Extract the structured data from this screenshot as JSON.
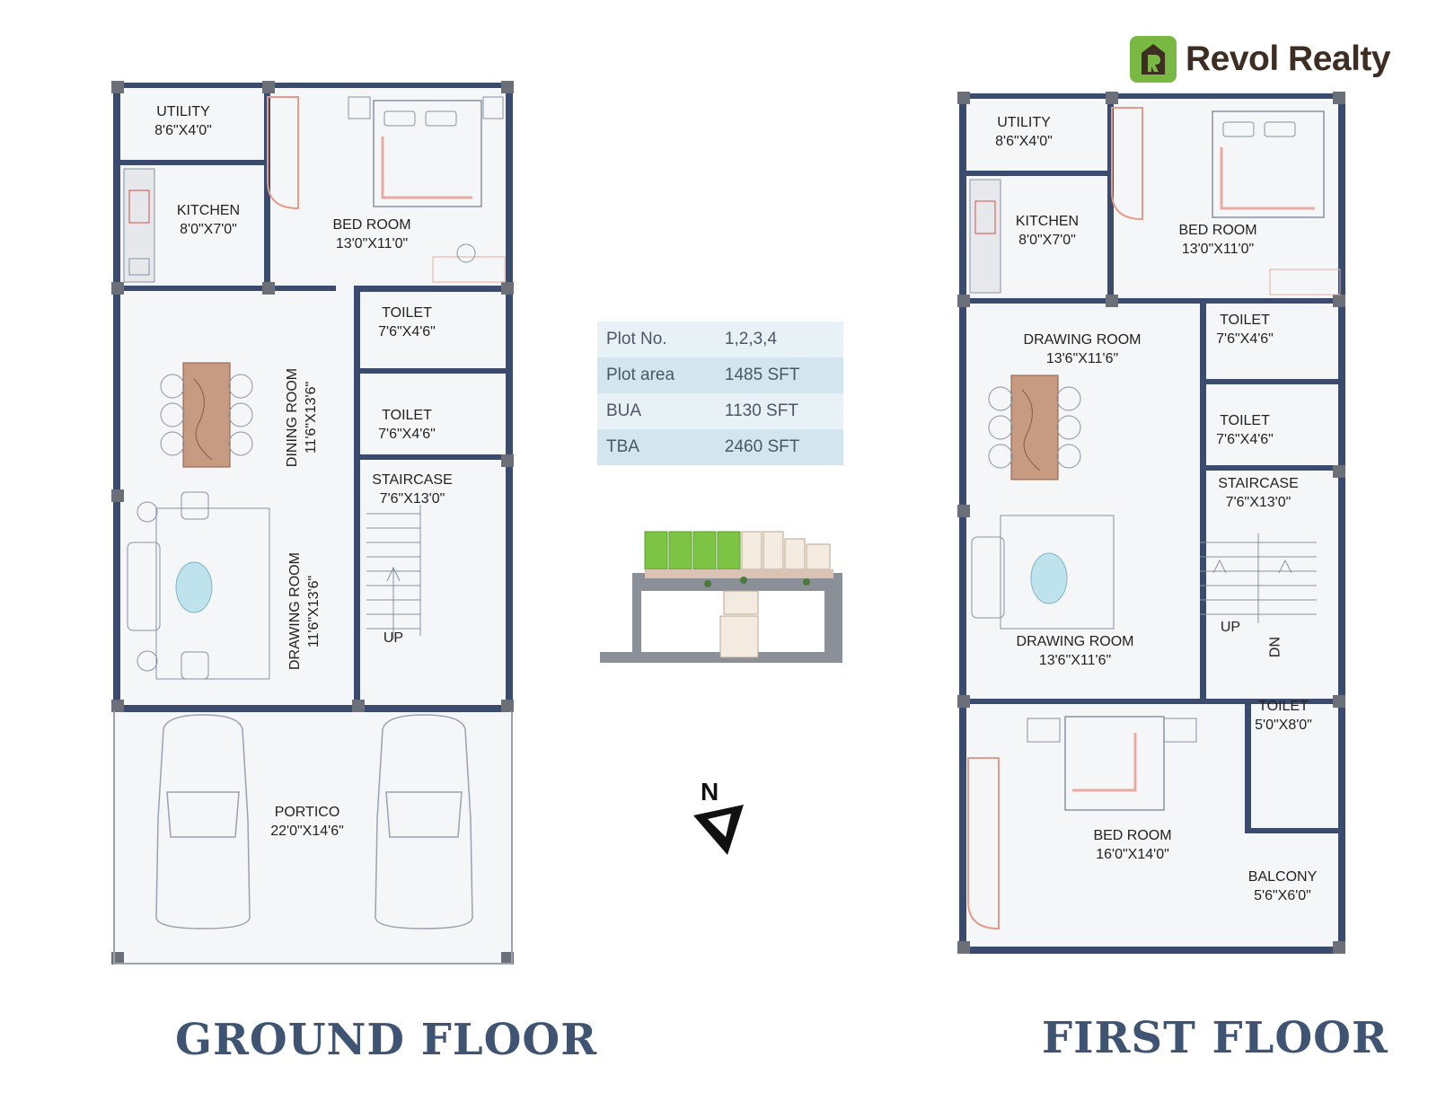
{
  "brand": {
    "name": "Revol Realty",
    "logo_letter": "R"
  },
  "info_table": [
    {
      "label": "Plot No.",
      "value": "1,2,3,4"
    },
    {
      "label": "Plot area",
      "value": "1485 SFT"
    },
    {
      "label": "BUA",
      "value": "1130 SFT"
    },
    {
      "label": "TBA",
      "value": "2460 SFT"
    }
  ],
  "ground_floor": {
    "title": "GROUND FLOOR",
    "rooms": [
      {
        "name": "UTILITY",
        "size": "8'6\"X4'0\""
      },
      {
        "name": "KITCHEN",
        "size": "8'0\"X7'0\""
      },
      {
        "name": "BED ROOM",
        "size": "13'0\"X11'0\""
      },
      {
        "name": "TOILET",
        "size": "7'6\"X4'6\""
      },
      {
        "name": "TOILET",
        "size": "7'6\"X4'6\""
      },
      {
        "name": "DINING ROOM",
        "size": "11'6\"X13'6\""
      },
      {
        "name": "STAIRCASE",
        "size": "7'6\"X13'0\""
      },
      {
        "name": "DRAWING ROOM",
        "size": "11'6\"X13'6\""
      },
      {
        "name": "PORTICO",
        "size": "22'0\"X14'6\""
      }
    ],
    "up_label": "UP"
  },
  "first_floor": {
    "title": "FIRST FLOOR",
    "rooms": [
      {
        "name": "UTILITY",
        "size": "8'6\"X4'0\""
      },
      {
        "name": "KITCHEN",
        "size": "8'0\"X7'0\""
      },
      {
        "name": "BED ROOM",
        "size": "13'0\"X11'0\""
      },
      {
        "name": "DRAWING ROOM",
        "size": "13'6\"X11'6\""
      },
      {
        "name": "TOILET",
        "size": "7'6\"X4'6\""
      },
      {
        "name": "TOILET",
        "size": "7'6\"X4'6\""
      },
      {
        "name": "STAIRCASE",
        "size": "7'6\"X13'0\""
      },
      {
        "name": "DRAWING ROOM",
        "size": "13'6\"X11'6\""
      },
      {
        "name": "TOILET",
        "size": "5'0\"X8'0\""
      },
      {
        "name": "BED ROOM",
        "size": "16'0\"X14'0\""
      },
      {
        "name": "BALCONY",
        "size": "5'6\"X6'0\""
      }
    ],
    "up_label": "UP",
    "dn_label": "DN"
  },
  "compass": {
    "label": "N"
  },
  "colors": {
    "wall": "#3b4b6e",
    "accent_green": "#78b843",
    "brand_brown": "#3e2d22",
    "title_blue": "#3f5473"
  }
}
